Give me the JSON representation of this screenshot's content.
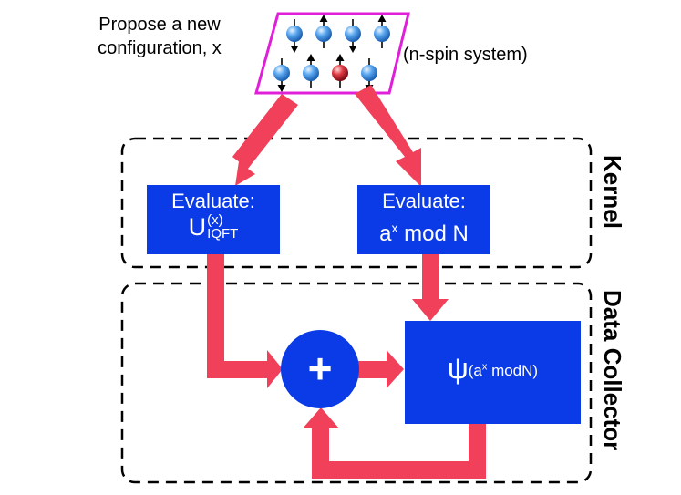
{
  "propose_label_line1": "Propose a new",
  "propose_label_line2": "configuration, x",
  "spin_system_label": "(n-spin system)",
  "kernel_label": "Kernel",
  "data_collector_label": "Data Collector",
  "box_iqft": {
    "line1": "Evaluate:",
    "main": "U",
    "sup": "(x)",
    "sub": "IQFT"
  },
  "box_mod": {
    "line1": "Evaluate:",
    "base": "a",
    "sup": "x",
    "rest": " mod N"
  },
  "psi_box": {
    "symbol": "ψ",
    "sup_a": "(a",
    "sup_x": "x",
    "sup_rest": " modN)"
  },
  "sum_symbol": "+",
  "spins": [
    {
      "row": 0,
      "col": 0,
      "arrow": "down",
      "kind": "normal"
    },
    {
      "row": 0,
      "col": 1,
      "arrow": "up",
      "kind": "normal"
    },
    {
      "row": 0,
      "col": 2,
      "arrow": "down",
      "kind": "normal"
    },
    {
      "row": 0,
      "col": 3,
      "arrow": "up",
      "kind": "normal"
    },
    {
      "row": 1,
      "col": 0,
      "arrow": "down",
      "kind": "normal"
    },
    {
      "row": 1,
      "col": 1,
      "arrow": "up",
      "kind": "normal"
    },
    {
      "row": 1,
      "col": 2,
      "arrow": "up",
      "kind": "flipped"
    },
    {
      "row": 1,
      "col": 3,
      "arrow": "down",
      "kind": "normal"
    }
  ],
  "colors": {
    "box_fill": "#0a3be6",
    "arrow_fill": "#f0405a",
    "spin_frame": "#e01fd9",
    "spin_blue": "#3a8ee0",
    "spin_red": "#d8263a"
  }
}
